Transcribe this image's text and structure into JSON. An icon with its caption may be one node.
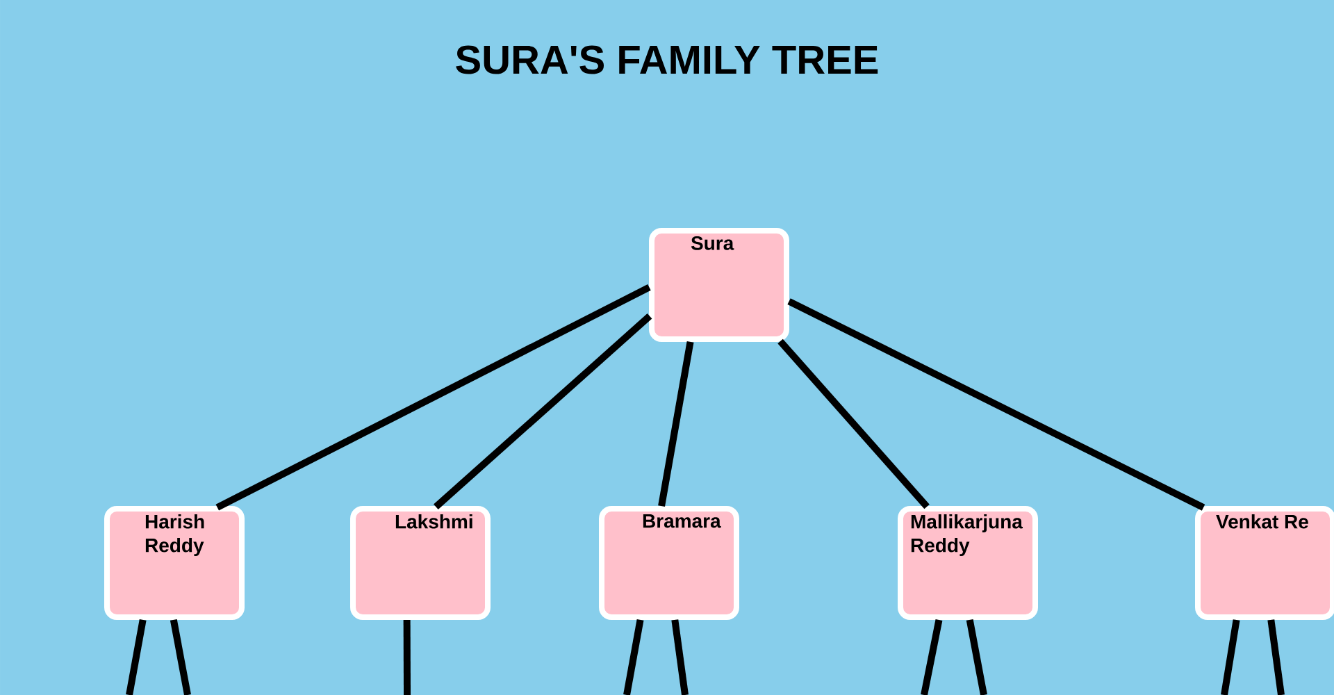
{
  "diagram": {
    "title": "SURA'S FAMILY TREE",
    "nodes": [
      {
        "text": [
          "Sura"
        ]
      },
      {
        "text": [
          "Harish Reddy"
        ]
      },
      {
        "text": [
          "Lakshmi"
        ]
      },
      {
        "text": [
          "Bramara"
        ]
      },
      {
        "text": [
          "Mallikarjuna Reddy"
        ]
      },
      {
        "text": [
          "Venkat Re"
        ]
      }
    ],
    "edges": [
      {
        "from": 0,
        "to": 1,
        "arrow": "none"
      },
      {
        "from": 0,
        "to": 2,
        "arrow": "none"
      },
      {
        "from": 0,
        "to": 3,
        "arrow": "none"
      },
      {
        "from": 0,
        "to": 4,
        "arrow": "none"
      },
      {
        "from": 0,
        "to": 5,
        "arrow": "none"
      },
      {
        "from": 1,
        "to": null,
        "arrow": "none"
      },
      {
        "from": 1,
        "to": null,
        "arrow": "none"
      },
      {
        "from": 2,
        "to": null,
        "arrow": "none"
      },
      {
        "from": 3,
        "to": null,
        "arrow": "none"
      },
      {
        "from": 3,
        "to": null,
        "arrow": "none"
      },
      {
        "from": 4,
        "to": null,
        "arrow": "none"
      },
      {
        "from": 4,
        "to": null,
        "arrow": "none"
      },
      {
        "from": 5,
        "to": null,
        "arrow": "none"
      },
      {
        "from": 5,
        "to": null,
        "arrow": "none"
      }
    ]
  }
}
